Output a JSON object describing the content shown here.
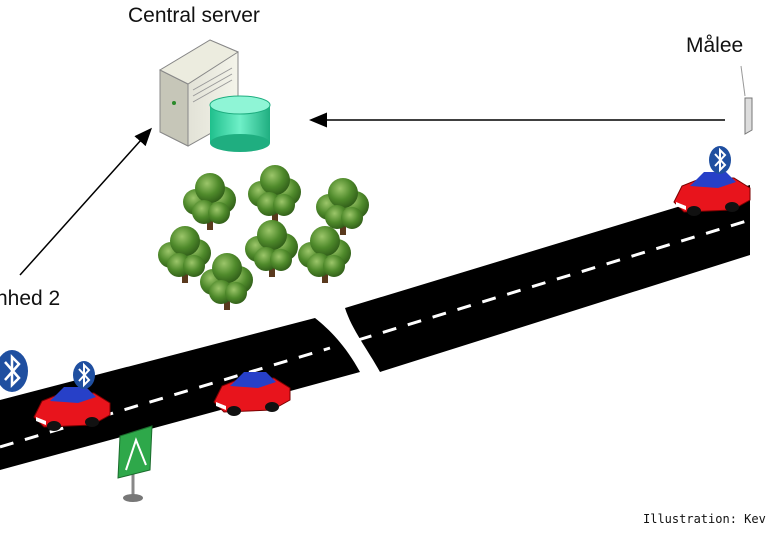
{
  "labels": {
    "server": "Central server",
    "unit_right": "Målee",
    "unit_left": "nhed 2",
    "credit": "Illustration: Kev"
  },
  "icons": {
    "server": "server-icon",
    "database": "database-icon",
    "bluetooth": "bluetooth-icon",
    "car": "car-icon",
    "tree": "tree-icon",
    "sign": "road-sign-icon",
    "measuring_unit": "measuring-unit-icon"
  },
  "colors": {
    "road": "#000000",
    "lane_marking": "#ffffff",
    "car": "#e8141c",
    "car_roof": "#2740c8",
    "bluetooth": "#1f4fa0",
    "tree": "#4f8a2b",
    "database": "#3fd8a8",
    "sign": "#2ea84a"
  }
}
